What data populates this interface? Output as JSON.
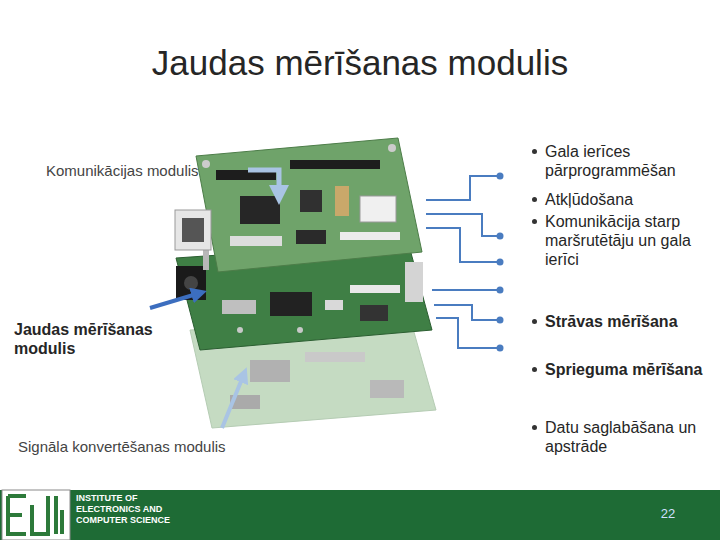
{
  "diagram": {
    "title": "Jaudas mērīšanas modulis",
    "labels": [
      "Komunikācijas modulis",
      "Jaudas mērīšanas modulis",
      "Signāla konvertēšanas modulis",
      "Gala ierīces pārprogrammēšan",
      "Atkļūdošana",
      "Komunikācija starp maršrutētāju un gala ierīci",
      "Strāvas mērīšana",
      "Sprieguma mērīšana",
      "Datu saglabāšana un apstrāde",
      "INSTITUTE OF",
      "ELECTRONICS AND",
      "COMPUTER SCIENCE",
      "22"
    ]
  }
}
